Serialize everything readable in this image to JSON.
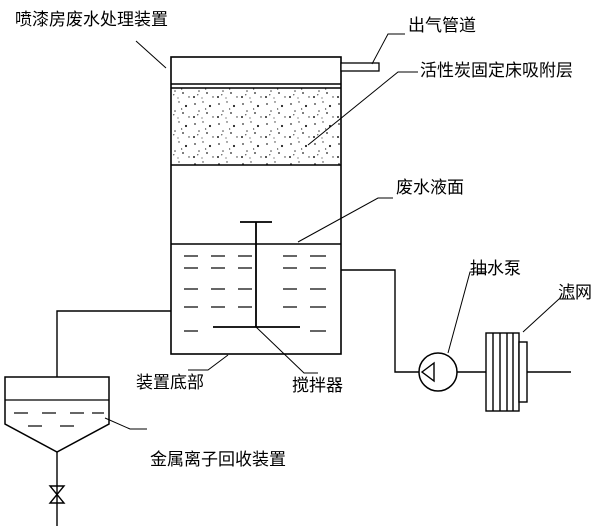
{
  "labels": {
    "device": "喷漆房废水处理装置",
    "exhaust_pipe": "出气管道",
    "carbon_bed": "活性炭固定床吸附层",
    "water_surface": "废水液面",
    "pump": "抽水泵",
    "filter": "滤网",
    "tank_bottom": "装置底部",
    "stirrer": "搅拌器",
    "metal_recovery": "金属离子回收装置"
  }
}
